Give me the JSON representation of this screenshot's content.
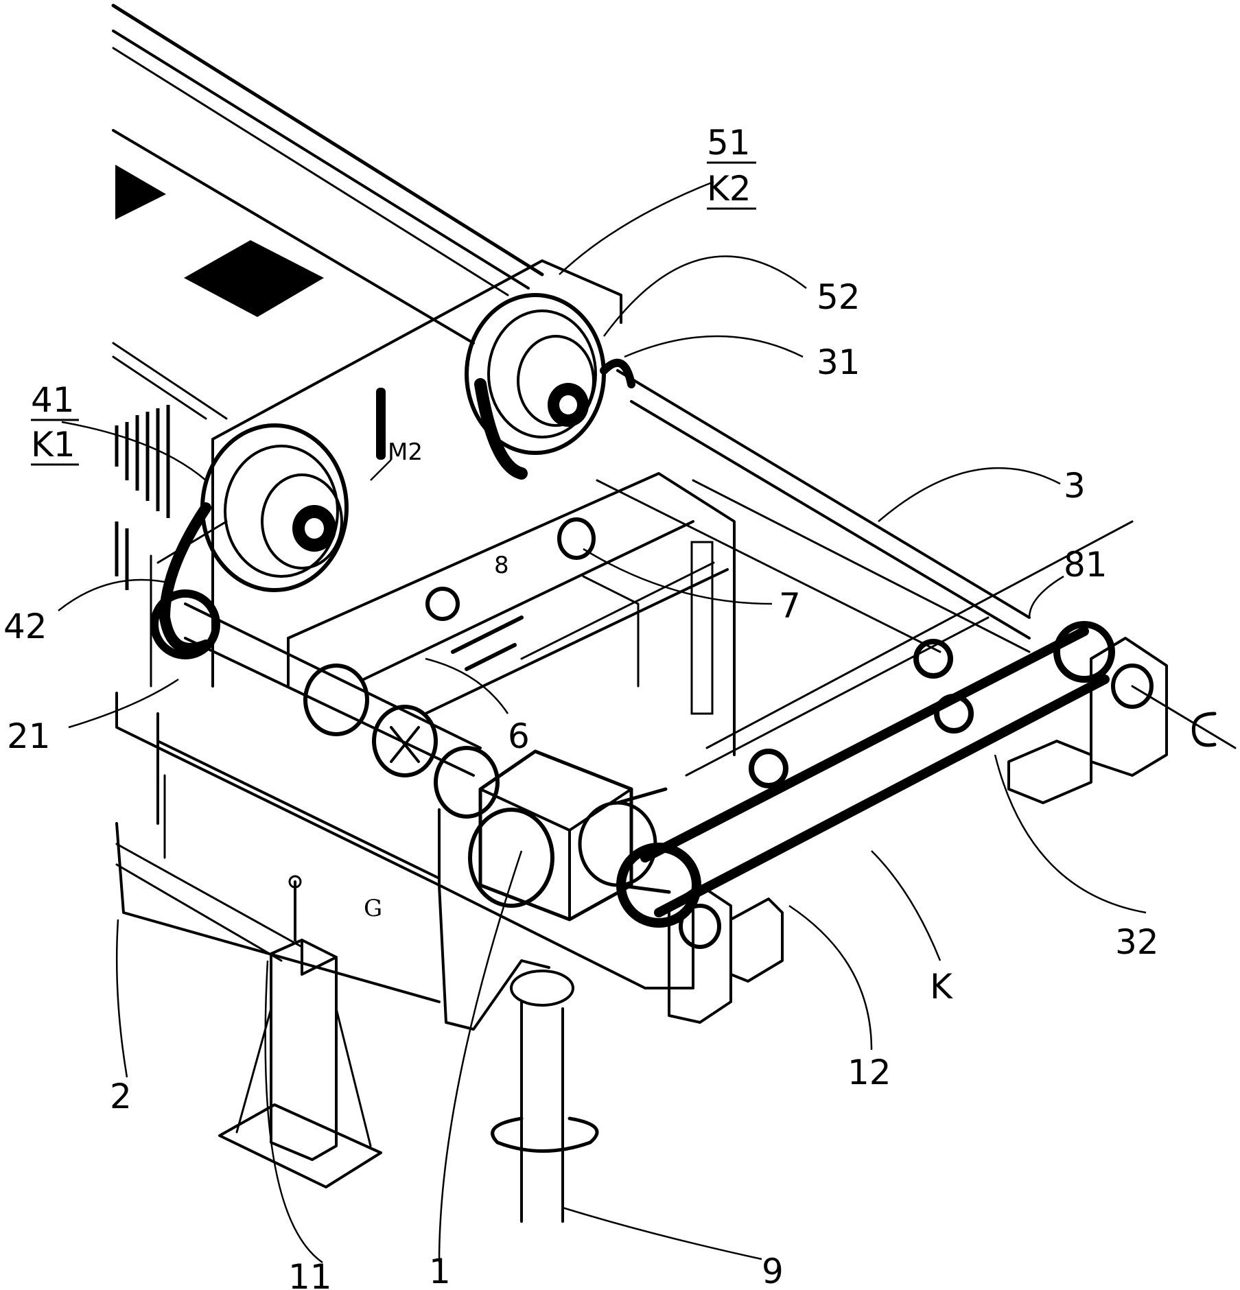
{
  "labels": {
    "l51": "51",
    "lK2": "K2",
    "l52": "52",
    "l31": "31",
    "l41": "41",
    "lK1": "K1",
    "lM2": "M2",
    "l3": "3",
    "l81": "81",
    "l8": "8",
    "l7": "7",
    "l42": "42",
    "l21": "21",
    "l6": "6",
    "l32": "32",
    "lK": "K",
    "lG": "G",
    "l12": "12",
    "l2": "2",
    "l11": "11",
    "l1": "1",
    "l9": "9"
  }
}
